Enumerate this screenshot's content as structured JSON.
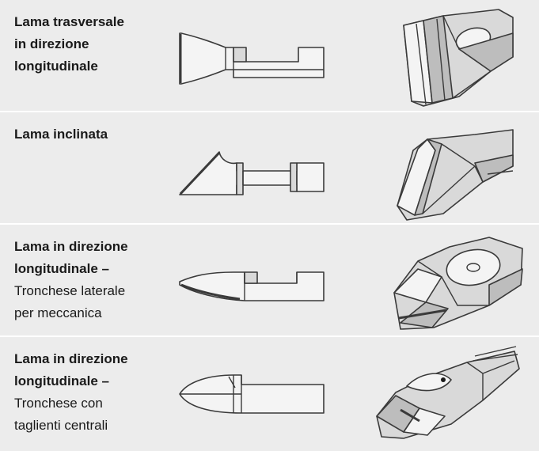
{
  "rows": [
    {
      "title_lines": [
        "Lama trasversale",
        "in direzione",
        "longitudinale"
      ],
      "subtitle_lines": []
    },
    {
      "title_lines": [
        "Lama inclinata"
      ],
      "subtitle_lines": []
    },
    {
      "title_lines": [
        "Lama in direzione",
        "longitudinale –"
      ],
      "subtitle_lines": [
        "Tronchese laterale",
        "per meccanica"
      ]
    },
    {
      "title_lines": [
        "Lama in direzione",
        "longitudinale –"
      ],
      "subtitle_lines": [
        "Tronchese con",
        "taglienti centrali"
      ]
    }
  ],
  "colors": {
    "row_background": "#ececec",
    "divider": "#ffffff",
    "line_art": "#3a3a3a"
  }
}
